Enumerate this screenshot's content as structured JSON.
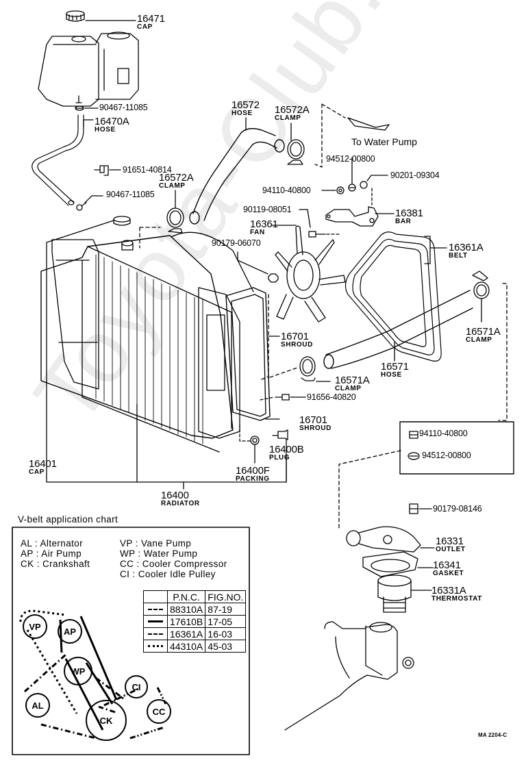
{
  "diagram": {
    "watermark": "Toyota-Club.ru",
    "figure_code": "MA 2204-C",
    "direction_note": "To Water Pump",
    "parts": [
      {
        "id": "p16471",
        "number": "16471",
        "name": "CAP"
      },
      {
        "id": "p90467a",
        "number": "90467-11085",
        "name": ""
      },
      {
        "id": "p16470A",
        "number": "16470A",
        "name": "HOSE"
      },
      {
        "id": "p91651",
        "number": "91651-40814",
        "name": ""
      },
      {
        "id": "p90467b",
        "number": "90467-11085",
        "name": ""
      },
      {
        "id": "p16572",
        "number": "16572",
        "name": "HOSE"
      },
      {
        "id": "p16572A_top",
        "number": "16572A",
        "name": "CLAMP"
      },
      {
        "id": "p16572A_left",
        "number": "16572A",
        "name": "CLAMP"
      },
      {
        "id": "p94512_top",
        "number": "94512-00800",
        "name": ""
      },
      {
        "id": "p90201",
        "number": "90201-09304",
        "name": ""
      },
      {
        "id": "p94110_top",
        "number": "94110-40800",
        "name": ""
      },
      {
        "id": "p90119",
        "number": "90119-08051",
        "name": ""
      },
      {
        "id": "p16381",
        "number": "16381",
        "name": "BAR"
      },
      {
        "id": "p16361",
        "number": "16361",
        "name": "FAN"
      },
      {
        "id": "p90179a",
        "number": "90179-06070",
        "name": ""
      },
      {
        "id": "p16361A",
        "number": "16361A",
        "name": "BELT"
      },
      {
        "id": "p16571A_right",
        "number": "16571A",
        "name": "CLAMP"
      },
      {
        "id": "p16701_top",
        "number": "16701",
        "name": "SHROUD"
      },
      {
        "id": "p16571",
        "number": "16571",
        "name": "HOSE"
      },
      {
        "id": "p16571A_mid",
        "number": "16571A",
        "name": "CLAMP"
      },
      {
        "id": "p91656",
        "number": "91656-40820",
        "name": ""
      },
      {
        "id": "p16701_bot",
        "number": "16701",
        "name": "SHROUD"
      },
      {
        "id": "p16400B",
        "number": "16400B",
        "name": "PLUG"
      },
      {
        "id": "p16400F",
        "number": "16400F",
        "name": "PACKING"
      },
      {
        "id": "p16401",
        "number": "16401",
        "name": "CAP"
      },
      {
        "id": "p16400",
        "number": "16400",
        "name": "RADIATOR"
      },
      {
        "id": "p94110_box",
        "number": "94110-40800",
        "name": ""
      },
      {
        "id": "p94512_box",
        "number": "94512-00800",
        "name": ""
      },
      {
        "id": "p90179b",
        "number": "90179-08146",
        "name": ""
      },
      {
        "id": "p16331",
        "number": "16331",
        "name": "OUTLET"
      },
      {
        "id": "p16341",
        "number": "16341",
        "name": "GASKET"
      },
      {
        "id": "p16331A",
        "number": "16331A",
        "name": "THERMOSTAT"
      }
    ]
  },
  "vbelt_chart": {
    "title": "V-belt application chart",
    "legend_left": [
      {
        "abbr": "AL",
        "desc": "Alternator"
      },
      {
        "abbr": "AP",
        "desc": "Air Pump"
      },
      {
        "abbr": "CK",
        "desc": "Crankshaft"
      }
    ],
    "legend_right": [
      {
        "abbr": "VP",
        "desc": "Vane Pump"
      },
      {
        "abbr": "WP",
        "desc": "Water Pump"
      },
      {
        "abbr": "CC",
        "desc": "Cooler Compressor"
      },
      {
        "abbr": "CI",
        "desc": "Cooler Idle Pulley"
      }
    ],
    "table": {
      "headers": [
        "",
        "P.N.C.",
        "FIG.NO."
      ],
      "rows": [
        {
          "line_style": "dash-dot",
          "pnc": "88310A",
          "fig": "87-19"
        },
        {
          "line_style": "solid",
          "pnc": "17610B",
          "fig": "17-05"
        },
        {
          "line_style": "dash-dot-dot",
          "pnc": "16361A",
          "fig": "16-03"
        },
        {
          "line_style": "dotted",
          "pnc": "44310A",
          "fig": "45-03"
        }
      ]
    },
    "pulleys": [
      "VP",
      "AP",
      "WP",
      "AL",
      "CK",
      "CI",
      "CC"
    ]
  }
}
